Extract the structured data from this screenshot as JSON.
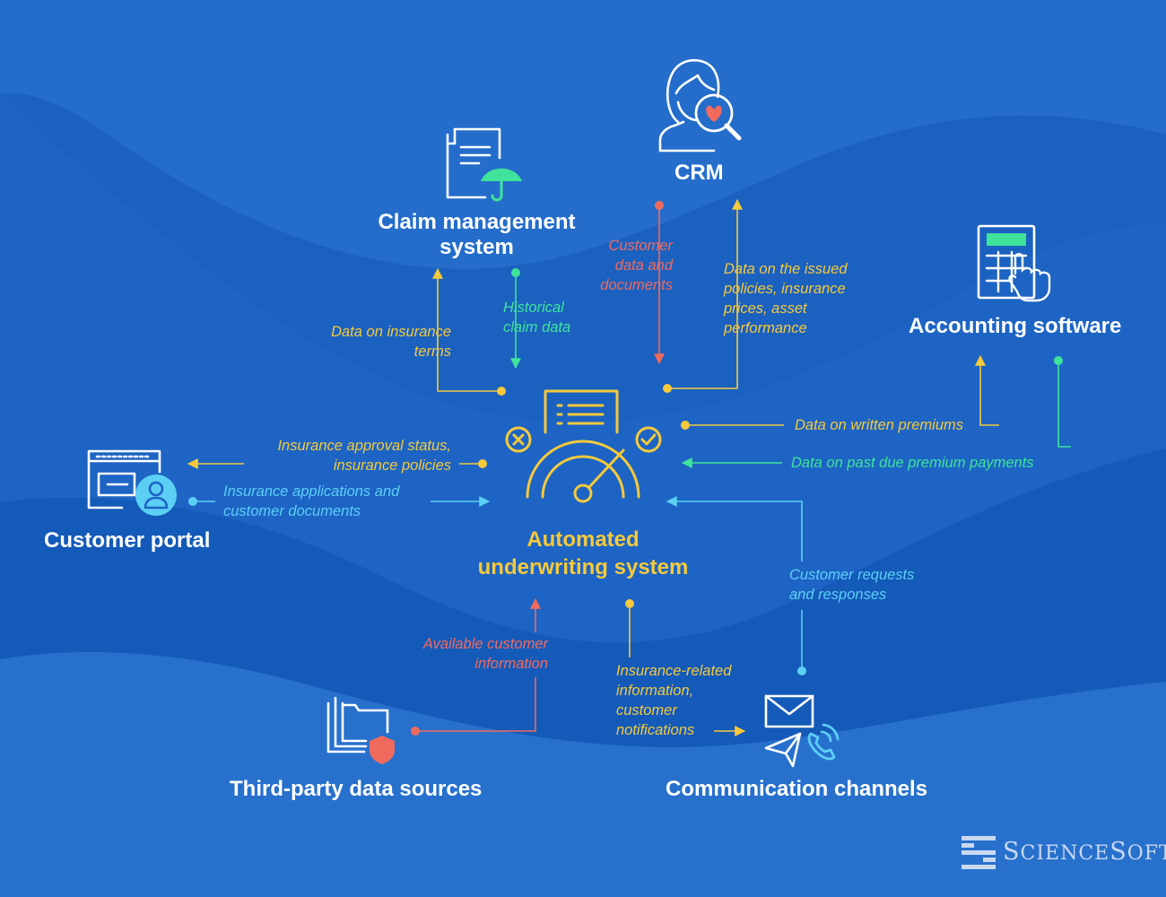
{
  "colors": {
    "background": "#1d64c4",
    "yellow": "#f5c93c",
    "green": "#3fe39a",
    "red": "#f06a5e",
    "cyan": "#5ccff4",
    "white": "#ffffff"
  },
  "nodes": {
    "core": {
      "line1": "Automated",
      "line2": "underwriting system",
      "icon": "gauge-document-icon"
    },
    "claim": {
      "line1": "Claim management",
      "line2": "system",
      "icon": "document-umbrella-icon"
    },
    "crm": {
      "label": "CRM",
      "icon": "woman-search-heart-icon"
    },
    "accounting": {
      "label": "Accounting software",
      "icon": "calculator-hand-icon"
    },
    "portal": {
      "label": "Customer portal",
      "icon": "browser-user-icon"
    },
    "thirdparty": {
      "label": "Third-party data sources",
      "icon": "folders-shield-icon"
    },
    "comm": {
      "label": "Communication channels",
      "icon": "mail-send-phone-icon"
    }
  },
  "flows": {
    "insurance_terms": {
      "line1": "Data on insurance",
      "line2": "terms"
    },
    "historical_claim": {
      "line1": "Historical",
      "line2": "claim data"
    },
    "customer_docs": {
      "line1": "Customer",
      "line2": "data and",
      "line3": "documents"
    },
    "issued_policies": {
      "line1": "Data on the issued",
      "line2": "policies, insurance",
      "line3": "prices, asset",
      "line4": "performance"
    },
    "written_premiums": "Data on written premiums",
    "past_due": "Data on past due premium payments",
    "approval_status": {
      "line1": "Insurance approval status,",
      "line2": "insurance policies"
    },
    "applications": {
      "line1": "Insurance applications and",
      "line2": "customer documents"
    },
    "customer_requests": {
      "line1": "Customer requests",
      "line2": "and responses"
    },
    "available_info": {
      "line1": "Available customer",
      "line2": "information"
    },
    "insurance_related": {
      "line1": "Insurance-related",
      "line2": "information,",
      "line3": "customer",
      "line4": "notifications"
    }
  },
  "brand": {
    "initial1": "S",
    "rest1": "CIENCE",
    "initial2": "S",
    "rest2": "OFT",
    "icon": "sciencesoft-logo-icon"
  }
}
